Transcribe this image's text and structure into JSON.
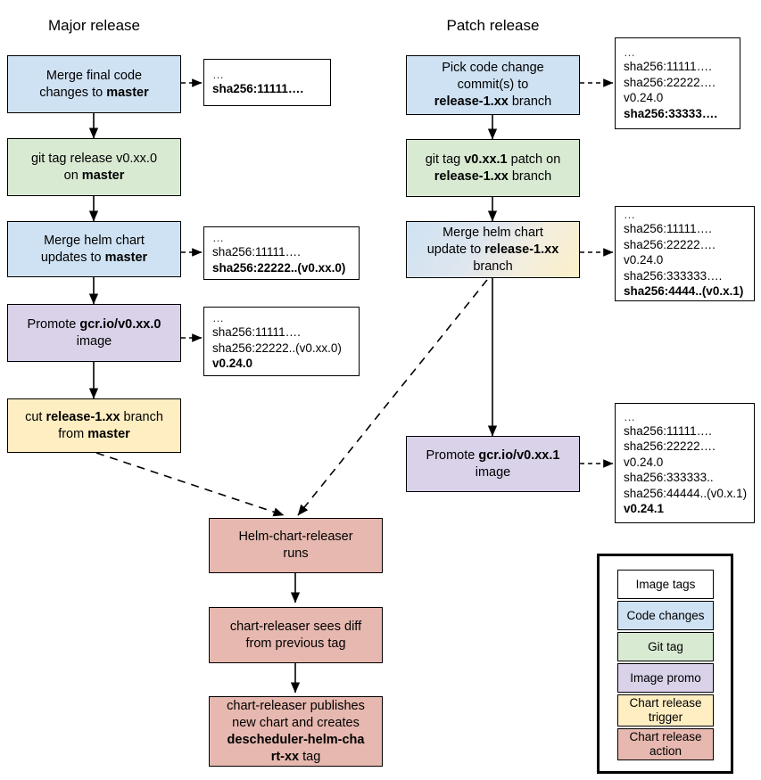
{
  "diagram": {
    "title_major": "Major release",
    "title_patch": "Patch release"
  },
  "major_flow": {
    "nodes": [
      {
        "id": "merge-final-code",
        "text_html": "Merge final code<br>changes to <b>master</b>",
        "type": "Code changes",
        "color": "#cfe2f3"
      },
      {
        "id": "git-tag-release",
        "text_html": "git tag release v0.xx.0<br>on <b>master</b>",
        "type": "Git tag",
        "color": "#d9ead3"
      },
      {
        "id": "merge-helm-chart-updates",
        "text_html": "Merge helm chart<br>updates to <b>master</b>",
        "type": "Code changes",
        "color": "#cfe2f3"
      },
      {
        "id": "promote-image",
        "text_html": "Promote <b>gcr.io/v0.xx.0</b><br>image",
        "type": "Image promo",
        "color": "#d9d2e9"
      },
      {
        "id": "cut-release-branch",
        "text_html": "cut <b>release-1.xx</b> branch<br>from <b>master</b>",
        "type": "Chart release trigger",
        "color": "#ffeec2"
      }
    ],
    "notes": [
      {
        "id": "note-major-1",
        "lines": [
          {
            "t": "…",
            "b": false
          },
          {
            "t": "sha256:11111….",
            "b": true
          }
        ]
      },
      {
        "id": "note-major-2",
        "lines": [
          {
            "t": "…",
            "b": false
          },
          {
            "t": "sha256:11111….",
            "b": false
          },
          {
            "t": "sha256:22222..(v0.xx.0)",
            "b": true
          }
        ]
      },
      {
        "id": "note-major-3",
        "lines": [
          {
            "t": "…",
            "b": false
          },
          {
            "t": "sha256:11111….",
            "b": false
          },
          {
            "t": "sha256:22222..(v0.xx.0)",
            "b": false
          },
          {
            "t": "v0.24.0",
            "b": true
          }
        ]
      }
    ]
  },
  "patch_flow": {
    "nodes": [
      {
        "id": "pick-code-change",
        "text_html": "Pick code change<br>commit(s) to<br><b>release-1.xx</b> branch",
        "type": "Code changes",
        "color": "#cfe2f3"
      },
      {
        "id": "git-tag-patch",
        "text_html": "git tag <b>v0.xx.1</b> patch on<br><b>release-1.xx</b> branch",
        "type": "Git tag",
        "color": "#d9ead3"
      },
      {
        "id": "merge-helm-chart-update-branch",
        "text_html": "Merge helm chart<br>update to <b>release-1.xx</b><br>branch",
        "type": "Code changes / Chart release trigger",
        "color": "gradient blue-to-yellow"
      },
      {
        "id": "promote-patch-image",
        "text_html": "Promote <b>gcr.io/v0.xx.1</b><br>image",
        "type": "Image promo",
        "color": "#d9d2e9"
      }
    ],
    "notes": [
      {
        "id": "note-patch-1",
        "lines": [
          {
            "t": "…",
            "b": false
          },
          {
            "t": "sha256:11111….",
            "b": false
          },
          {
            "t": "sha256:22222….",
            "b": false
          },
          {
            "t": "v0.24.0",
            "b": false
          },
          {
            "t": "sha256:33333….",
            "b": true
          }
        ]
      },
      {
        "id": "note-patch-2",
        "lines": [
          {
            "t": "…",
            "b": false
          },
          {
            "t": "sha256:11111….",
            "b": false
          },
          {
            "t": "sha256:22222….",
            "b": false
          },
          {
            "t": "v0.24.0",
            "b": false
          },
          {
            "t": "sha256:333333….",
            "b": false
          },
          {
            "t": "sha256:4444..(v0.x.1)",
            "b": true
          }
        ]
      },
      {
        "id": "note-patch-3",
        "lines": [
          {
            "t": "…",
            "b": false
          },
          {
            "t": "sha256:11111….",
            "b": false
          },
          {
            "t": "sha256:22222….",
            "b": false
          },
          {
            "t": "v0.24.0",
            "b": false
          },
          {
            "t": "sha256:333333..",
            "b": false
          },
          {
            "t": "sha256:44444..(v0.x.1)",
            "b": false
          },
          {
            "t": "v0.24.1",
            "b": true
          }
        ]
      }
    ]
  },
  "release_flow": {
    "nodes": [
      {
        "id": "helm-chart-releaser-runs",
        "text_html": "Helm-chart-releaser<br>runs",
        "type": "Chart release action",
        "color": "#e6b8af"
      },
      {
        "id": "chart-releaser-sees-diff",
        "text_html": "chart-releaser sees diff<br>from previous tag",
        "type": "Chart release action",
        "color": "#e6b8af"
      },
      {
        "id": "chart-releaser-publishes",
        "text_html": "chart-releaser publishes<br>new chart and creates<br><b>descheduler-helm-cha</b><br><b>rt-xx</b> tag",
        "type": "Chart release action",
        "color": "#e6b8af"
      }
    ]
  },
  "legend": {
    "items": [
      {
        "label": "Image tags",
        "color": "#ffffff"
      },
      {
        "label": "Code changes",
        "color": "#cfe2f3"
      },
      {
        "label": "Git tag",
        "color": "#d9ead3"
      },
      {
        "label": "Image promo",
        "color": "#d9d2e9"
      },
      {
        "label": "Chart release\ntrigger",
        "color": "#ffeec2"
      },
      {
        "label": "Chart release\naction",
        "color": "#e6b8af"
      }
    ]
  }
}
